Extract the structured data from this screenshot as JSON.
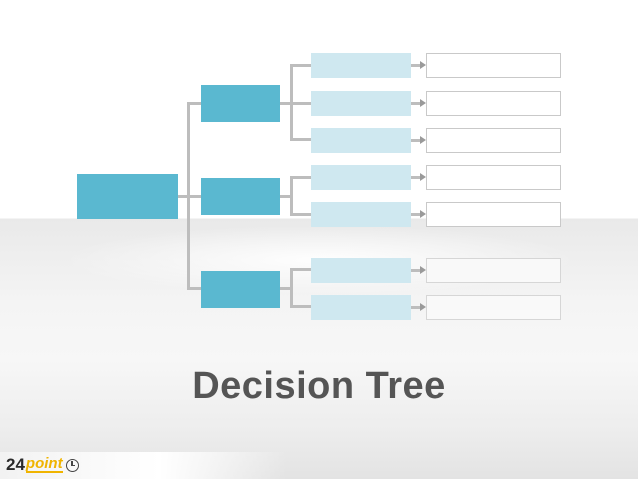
{
  "slide": {
    "title": "Decision Tree",
    "colors": {
      "node_dark": "#5ab8d0",
      "node_light": "#cfe8f0",
      "connector": "#bdbdbd",
      "title_text": "#555555",
      "logo_accent": "#f0b400"
    }
  },
  "tree": {
    "root": {
      "label": ""
    },
    "branches": [
      {
        "label": "",
        "leaves": [
          {
            "label": "",
            "outcome": ""
          },
          {
            "label": "",
            "outcome": ""
          },
          {
            "label": "",
            "outcome": ""
          }
        ]
      },
      {
        "label": "",
        "leaves": [
          {
            "label": "",
            "outcome": ""
          },
          {
            "label": "",
            "outcome": ""
          }
        ]
      },
      {
        "label": "",
        "leaves": [
          {
            "label": "",
            "outcome": ""
          },
          {
            "label": "",
            "outcome": ""
          }
        ]
      }
    ]
  },
  "footer": {
    "logo_number": "24",
    "logo_word": "point",
    "logo_icon": "clock-icon"
  }
}
